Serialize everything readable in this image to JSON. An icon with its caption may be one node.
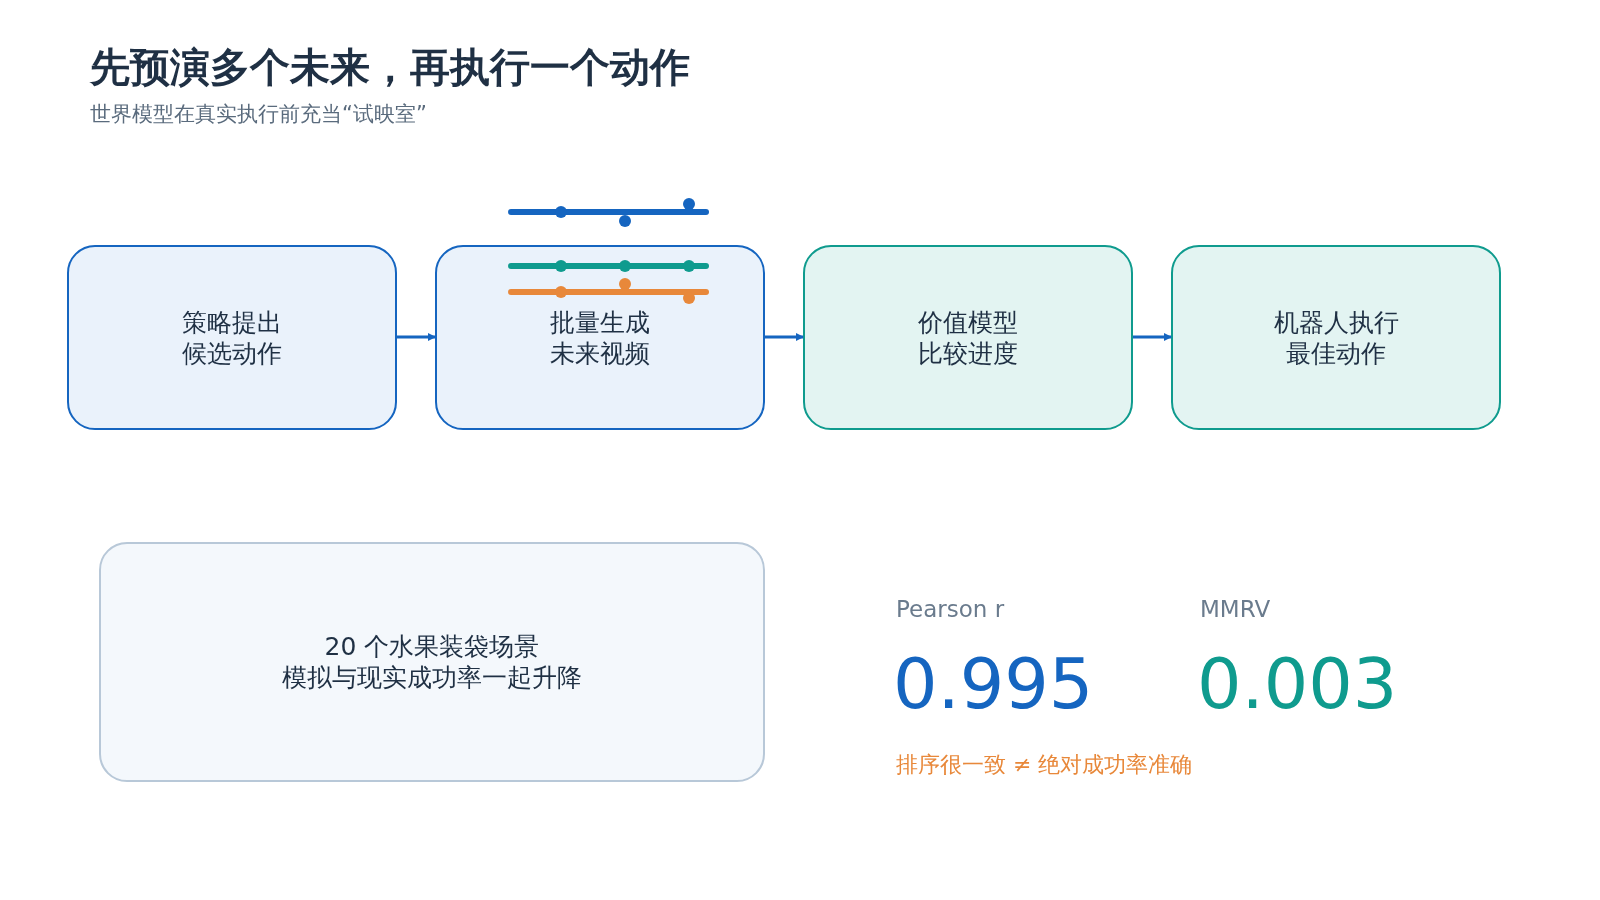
{
  "diagram": {
    "title": "先预演多个未来，再执行一个动作",
    "nodes": [
      {
        "text": [
          "策略提出候选动作"
        ]
      },
      {
        "text": [
          "批量生成未来视频"
        ]
      },
      {
        "text": [
          "价值模型比较进度"
        ]
      },
      {
        "text": [
          "机器人执行最佳动作"
        ]
      },
      {
        "text": [
          "20 个水果装袋场景",
          "模拟与现实成功率一起升降"
        ]
      }
    ],
    "edges": [
      {
        "from": 0,
        "to": 1,
        "arrow": "to"
      },
      {
        "from": 1,
        "to": 2,
        "arrow": "to"
      },
      {
        "from": 2,
        "to": 3,
        "arrow": "to"
      }
    ],
    "labels": [
      "世界模型在真实执行前充当“试映室”",
      "Pearson r",
      "0.995",
      "MMRV",
      "0.003",
      "排序很一致 ≠ 绝对成功率准确"
    ]
  }
}
